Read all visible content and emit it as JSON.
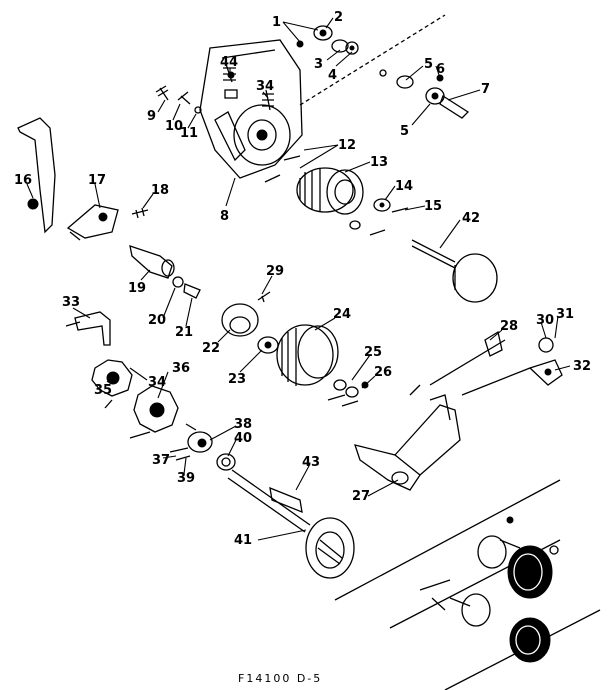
{
  "diagram": {
    "footer_code": "F14100 D-5",
    "callouts": [
      "1",
      "2",
      "3",
      "4",
      "5",
      "6",
      "7",
      "5",
      "44",
      "34",
      "9",
      "10",
      "11",
      "12",
      "13",
      "8",
      "16",
      "17",
      "18",
      "14",
      "15",
      "42",
      "29",
      "19",
      "20",
      "21",
      "33",
      "22",
      "24",
      "23",
      "25",
      "26",
      "28",
      "30",
      "31",
      "32",
      "35",
      "34",
      "36",
      "38",
      "40",
      "37",
      "39",
      "43",
      "27",
      "41"
    ]
  }
}
